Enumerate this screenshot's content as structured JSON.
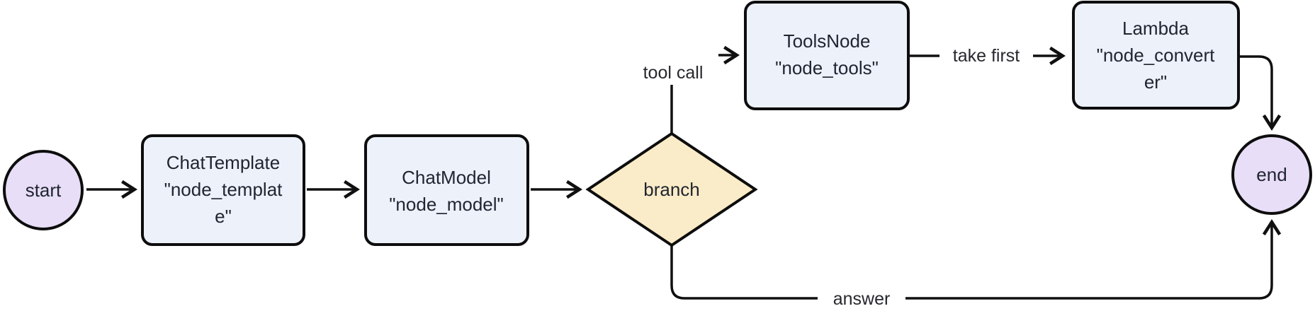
{
  "diagram": {
    "kind": "flowchart",
    "direction": "left-to-right"
  },
  "colors": {
    "terminal_fill": "#E8DEF7",
    "process_fill": "#EDF1FA",
    "decision_fill": "#FAECC8",
    "edge_stroke": "#101010",
    "node_stroke": "#0d0d0d",
    "text": "#212531",
    "background": "#ffffff"
  },
  "nodes": {
    "start": {
      "shape": "circle",
      "label": "start"
    },
    "template": {
      "shape": "rect",
      "text": "ChatTemplate \"node_template\"",
      "lines": [
        "ChatTemplate",
        "\"node_templat",
        "e\""
      ]
    },
    "model": {
      "shape": "rect",
      "text": "ChatModel \"node_model\"",
      "lines": [
        "ChatModel",
        "\"node_model\""
      ]
    },
    "branch": {
      "shape": "diamond",
      "label": "branch"
    },
    "tools": {
      "shape": "rect",
      "text": "ToolsNode \"node_tools\"",
      "lines": [
        "ToolsNode",
        "\"node_tools\""
      ]
    },
    "converter": {
      "shape": "rect",
      "text": "Lambda \"node_converter\"",
      "lines": [
        "Lambda",
        "\"node_convert",
        "er\""
      ]
    },
    "end": {
      "shape": "circle",
      "label": "end"
    }
  },
  "edges": [
    {
      "from": "start",
      "to": "template",
      "label": ""
    },
    {
      "from": "template",
      "to": "model",
      "label": ""
    },
    {
      "from": "model",
      "to": "branch",
      "label": ""
    },
    {
      "from": "branch",
      "to": "tools",
      "label": "tool call"
    },
    {
      "from": "tools",
      "to": "converter",
      "label": "take first"
    },
    {
      "from": "converter",
      "to": "end",
      "label": ""
    },
    {
      "from": "branch",
      "to": "end",
      "label": "answer"
    }
  ]
}
